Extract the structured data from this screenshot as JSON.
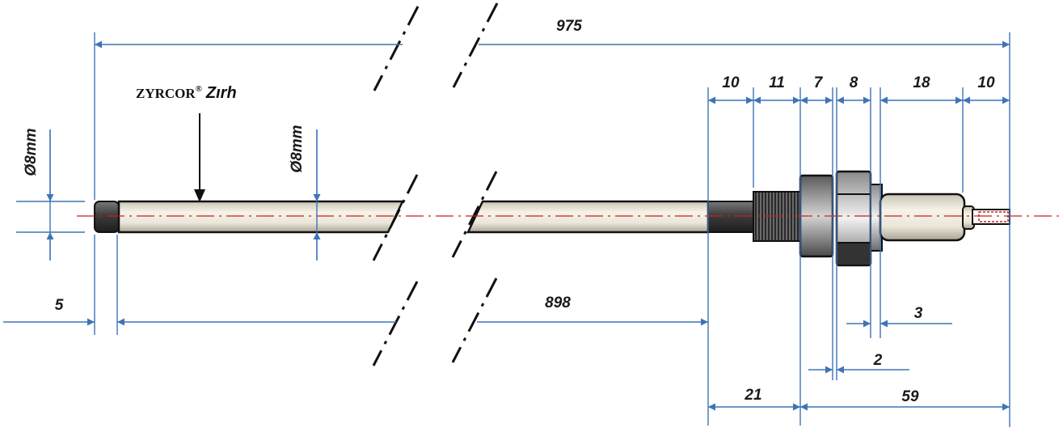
{
  "product": {
    "brand": "ZYRCOR",
    "registered_mark": "®",
    "subtitle": "Zırh"
  },
  "dimensions": {
    "overall_length": "975",
    "shaft_length": "898",
    "tip_length": "5",
    "shaft_diameter_left": "Ø8mm",
    "shaft_diameter_mid": "Ø8mm",
    "head_segments": [
      "10",
      "11",
      "7",
      "8",
      "18",
      "10"
    ],
    "nut_offset": "3",
    "flange_gap": "2",
    "thread_span": "21",
    "head_span": "59"
  },
  "colors": {
    "dimension_line": "#3e74b5",
    "centerline": "#c8211b",
    "outline": "#111111"
  }
}
